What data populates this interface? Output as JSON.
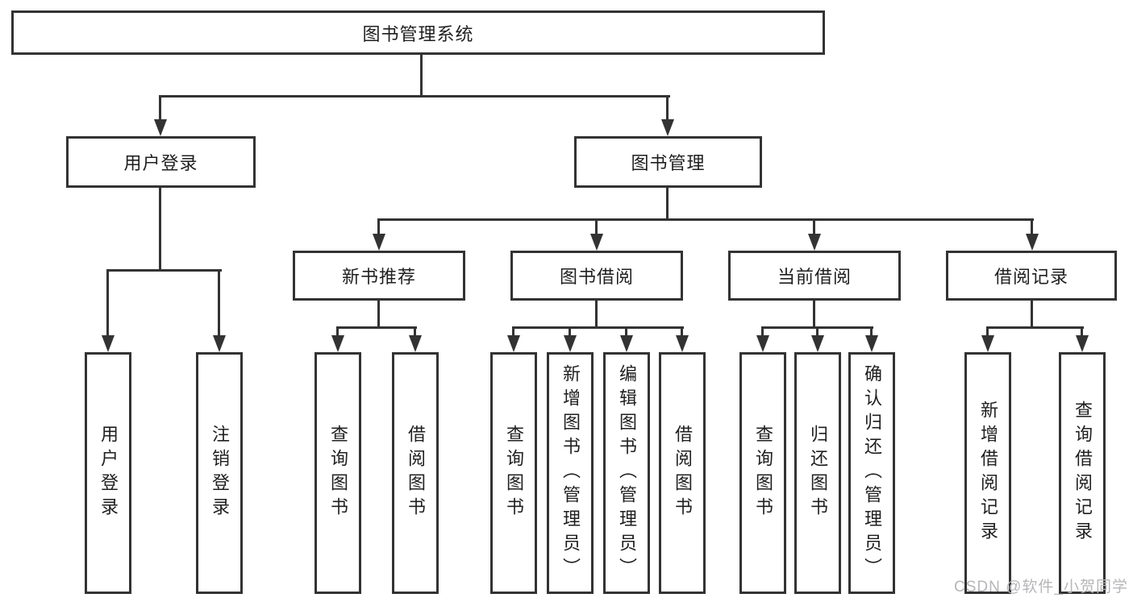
{
  "diagram_title": "图书管理系统",
  "tree": {
    "root": {
      "label": "图书管理系统"
    },
    "branches": [
      {
        "label": "用户登录",
        "children": [
          {
            "label": "用户登录"
          },
          {
            "label": "注销登录"
          }
        ]
      },
      {
        "label": "图书管理",
        "children": [
          {
            "label": "新书推荐",
            "children": [
              {
                "label": "查询图书"
              },
              {
                "label": "借阅图书"
              }
            ]
          },
          {
            "label": "图书借阅",
            "children": [
              {
                "label": "查询图书"
              },
              {
                "label": "新增图书（管理员）"
              },
              {
                "label": "编辑图书（管理员）"
              },
              {
                "label": "借阅图书"
              }
            ]
          },
          {
            "label": "当前借阅",
            "children": [
              {
                "label": "查询图书"
              },
              {
                "label": "归还图书"
              },
              {
                "label": "确认归还（管理员）"
              }
            ]
          },
          {
            "label": "借阅记录",
            "children": [
              {
                "label": "新增借阅记录"
              },
              {
                "label": "查询借阅记录"
              }
            ]
          }
        ]
      }
    ]
  },
  "watermark": {
    "text": "CSDN @软件_小贺同学",
    "color": "#b6b6ba"
  },
  "colors": {
    "line": "#333333",
    "text": "#1f1f1f",
    "background": "#ffffff"
  }
}
